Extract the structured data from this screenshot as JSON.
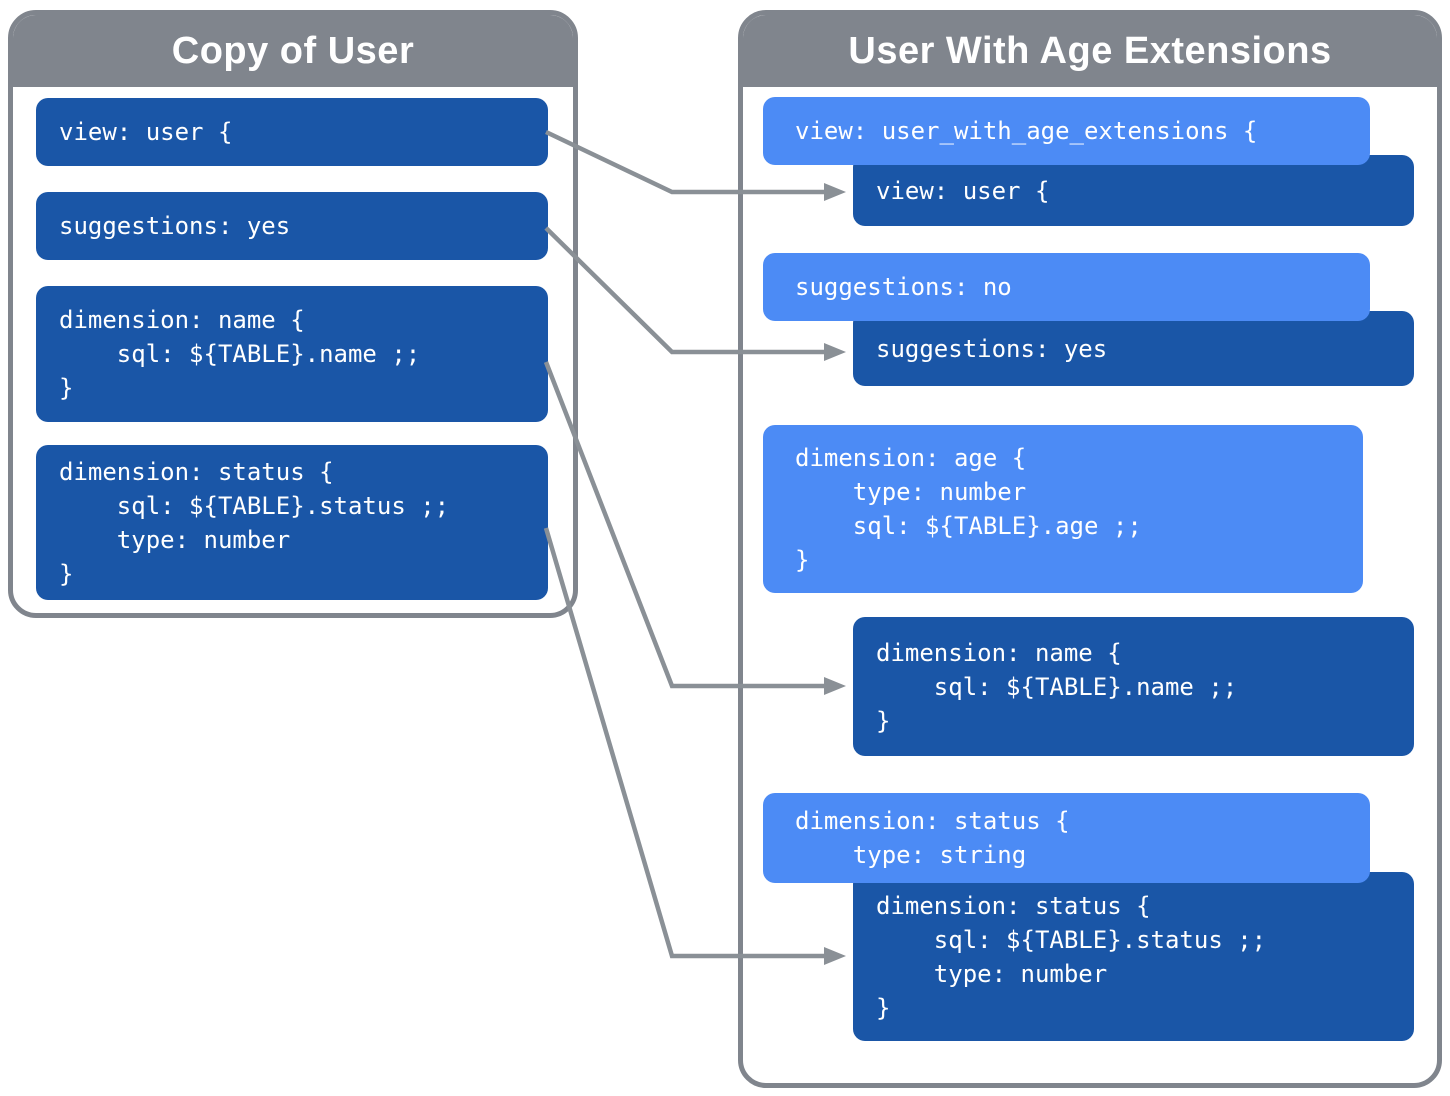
{
  "colors": {
    "panel_gray": "#80858D",
    "dark_blue": "#1A56A7",
    "light_blue": "#4C8BF5",
    "arrow_gray": "#8A9096",
    "text_white": "#FFFFFF"
  },
  "left_panel": {
    "title": "Copy of User",
    "blocks": [
      {
        "id": "view-user",
        "style": "dark",
        "lines": [
          "view: user {"
        ]
      },
      {
        "id": "suggestions-yes",
        "style": "dark",
        "lines": [
          "suggestions: yes"
        ]
      },
      {
        "id": "dimension-name",
        "style": "dark",
        "lines": [
          "dimension: name {",
          "    sql: ${TABLE}.name ;;",
          "}"
        ]
      },
      {
        "id": "dimension-status",
        "style": "dark",
        "lines": [
          "dimension: status {",
          "    sql: ${TABLE}.status ;;",
          "    type: number",
          "}"
        ]
      }
    ]
  },
  "right_panel": {
    "title": "User With Age Extensions",
    "blocks": [
      {
        "id": "view-extensions",
        "style": "light",
        "lines": [
          "view: user_with_age_extensions {"
        ]
      },
      {
        "id": "view-user-inherited",
        "style": "dark",
        "lines": [
          "view: user {"
        ]
      },
      {
        "id": "suggestions-no",
        "style": "light",
        "lines": [
          "suggestions: no"
        ]
      },
      {
        "id": "suggestions-yes-inherited",
        "style": "dark",
        "lines": [
          "suggestions: yes"
        ]
      },
      {
        "id": "dimension-age",
        "style": "light",
        "lines": [
          "dimension: age {",
          "    type: number",
          "    sql: ${TABLE}.age ;;",
          "}"
        ]
      },
      {
        "id": "dimension-name-inherited",
        "style": "dark",
        "lines": [
          "dimension: name {",
          "    sql: ${TABLE}.name ;;",
          "}"
        ]
      },
      {
        "id": "dimension-status-override",
        "style": "light",
        "lines": [
          "dimension: status {",
          "    type: string"
        ]
      },
      {
        "id": "dimension-status-inherited",
        "style": "dark",
        "lines": [
          "dimension: status {",
          "    sql: ${TABLE}.status ;;",
          "    type: number",
          "}"
        ]
      }
    ]
  },
  "connections": [
    {
      "from": "view-user",
      "to": "view-user-inherited"
    },
    {
      "from": "suggestions-yes",
      "to": "suggestions-yes-inherited"
    },
    {
      "from": "dimension-name",
      "to": "dimension-name-inherited"
    },
    {
      "from": "dimension-status",
      "to": "dimension-status-inherited"
    }
  ]
}
